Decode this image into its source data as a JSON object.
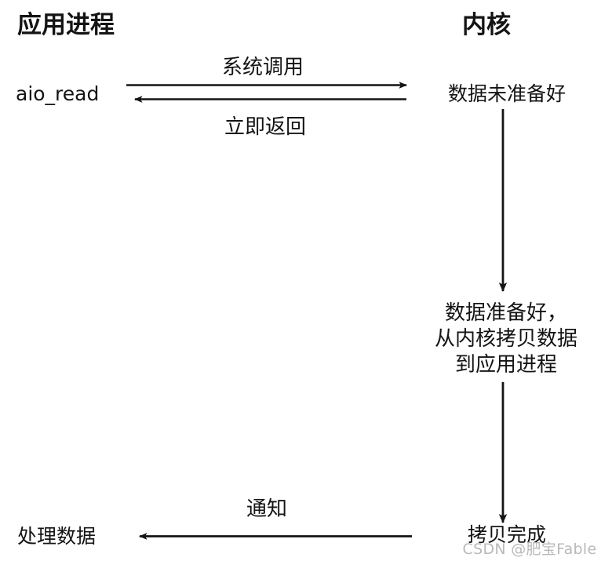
{
  "diagram": {
    "type": "sequence-diagram",
    "topic": "asynchronous-io-model",
    "background_color": "#ffffff",
    "line_color": "#141414",
    "text_color": "#141414"
  },
  "columns": {
    "left_title": "应用进程",
    "right_title": "内核"
  },
  "left_column": {
    "call_label": "aio_read",
    "result_label": "处理数据"
  },
  "right_column": {
    "state_not_ready": "数据未准备好",
    "state_copying": "数据准备好，\n从内核拷贝数据\n到应用进程",
    "state_copy_done": "拷贝完成"
  },
  "edges": {
    "syscall_label": "系统调用",
    "return_label": "立即返回",
    "notify_label": "通知"
  },
  "watermark": {
    "text": "CSDN @肥宝Fable"
  }
}
